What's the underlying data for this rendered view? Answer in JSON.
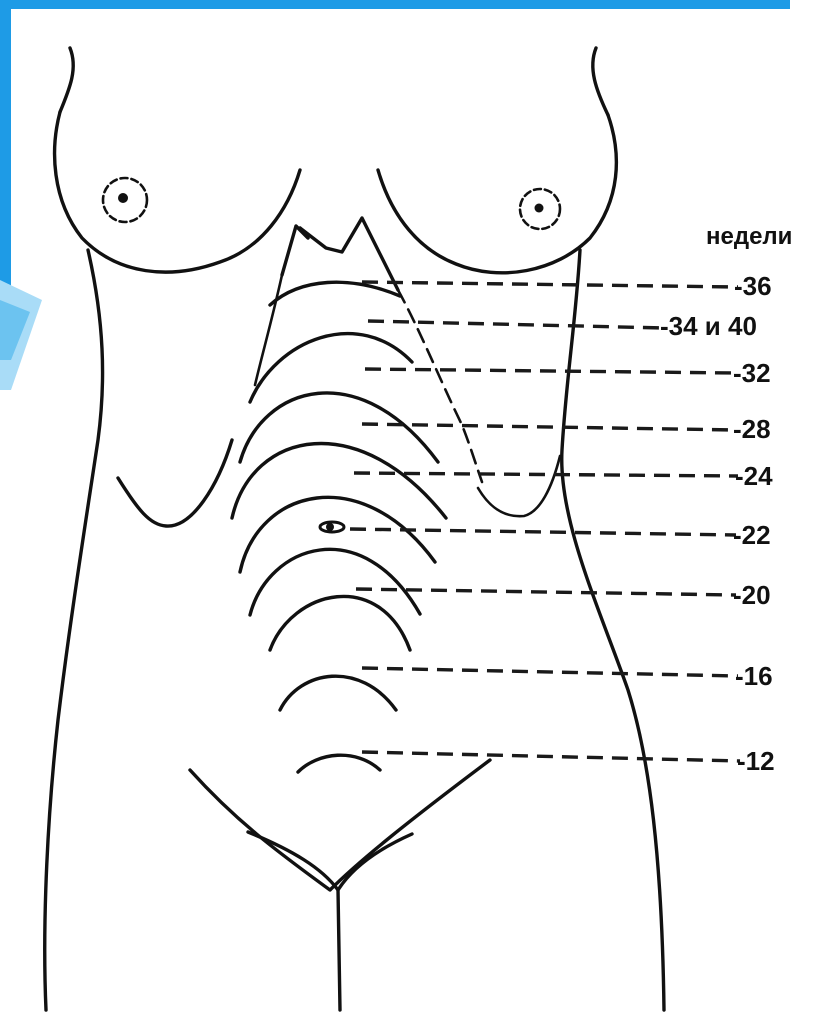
{
  "diagram": {
    "header": "недели",
    "labels": [
      {
        "id": "36",
        "text": "-36"
      },
      {
        "id": "34-40",
        "text": "-34 и 40"
      },
      {
        "id": "32",
        "text": "-32"
      },
      {
        "id": "28",
        "text": "-28"
      },
      {
        "id": "24",
        "text": "-24"
      },
      {
        "id": "22",
        "text": "-22"
      },
      {
        "id": "20",
        "text": "-20"
      },
      {
        "id": "16",
        "text": "-16"
      },
      {
        "id": "12",
        "text": "-12"
      }
    ]
  },
  "colors": {
    "accent_blue": "#1e9be6",
    "accent_light": "#a9dcf7",
    "ink": "#111111"
  }
}
